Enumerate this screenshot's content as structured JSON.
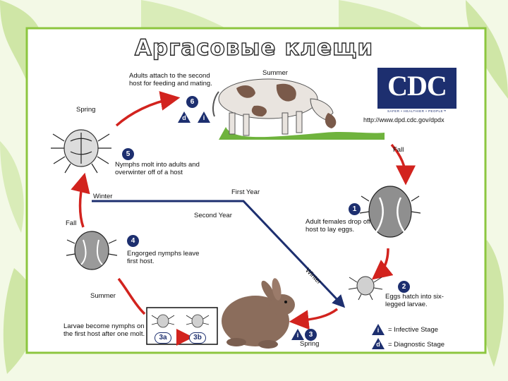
{
  "title": "Аргасовые клещи",
  "cdc": {
    "logo_text": "CDC",
    "tagline": "SAFER • HEALTHIER • PEOPLE™",
    "url": "http://www.dpd.cdc.gov/dpdx"
  },
  "seasons": {
    "summer_top": "Summer",
    "spring_top": "Spring",
    "fall_right": "Fall",
    "winter_left": "Winter",
    "first_year": "First Year",
    "second_year": "Second Year",
    "fall_left": "Fall",
    "summer_bottom": "Summer",
    "winter_diag": "Winter",
    "spring_bottom": "Spring"
  },
  "steps": {
    "s1": {
      "num": "1",
      "text": "Adult females drop off host to lay eggs."
    },
    "s2": {
      "num": "2",
      "text": "Eggs hatch into six-legged larvae."
    },
    "s3": {
      "num": "3"
    },
    "s3a": {
      "num": "3a"
    },
    "s3b": {
      "num": "3b"
    },
    "s3_text": "Larvae become nymphs on the first host after one molt.",
    "s4": {
      "num": "4",
      "text": "Engorged nymphs leave first host."
    },
    "s5": {
      "num": "5",
      "text": "Nymphs molt into adults and overwinter off of a host"
    },
    "s6": {
      "num": "6",
      "text": "Adults attach to the second host for feeding and mating."
    }
  },
  "markers": {
    "infective": "i",
    "diagnostic": "d"
  },
  "legend": {
    "infective": "= Infective Stage",
    "diagnostic": "= Diagnostic Stage"
  },
  "colors": {
    "arrow": "#d2231e",
    "timeline": "#1d2f6f",
    "marker": "#1d2f6f",
    "leaf": "#8cc63f"
  }
}
